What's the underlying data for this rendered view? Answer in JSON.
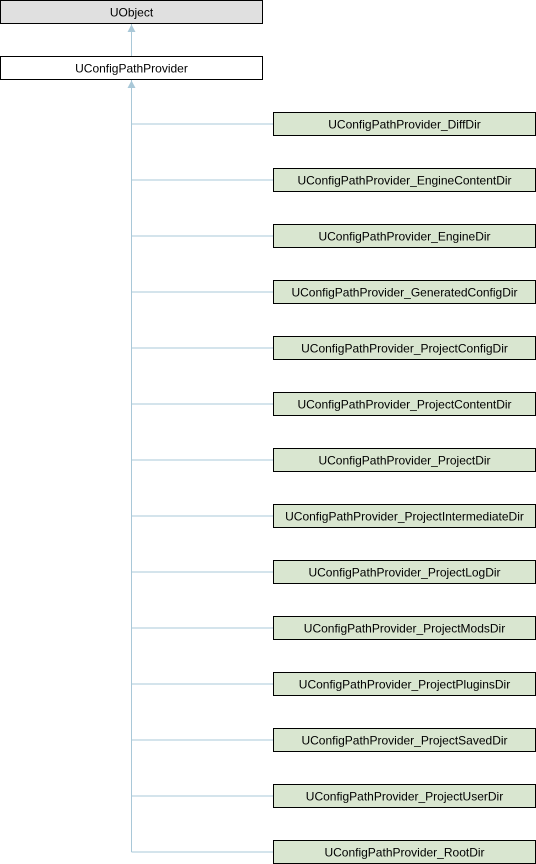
{
  "diagram": {
    "root": {
      "name": "UObject",
      "fill": "#e0e0e0"
    },
    "base": {
      "name": "UConfigPathProvider",
      "fill": "#ffffff"
    },
    "child_fill": "#d9e6d0",
    "edge_color": "#a9c8d8",
    "children": [
      "UConfigPathProvider_DiffDir",
      "UConfigPathProvider_EngineContentDir",
      "UConfigPathProvider_EngineDir",
      "UConfigPathProvider_GeneratedConfigDir",
      "UConfigPathProvider_ProjectConfigDir",
      "UConfigPathProvider_ProjectContentDir",
      "UConfigPathProvider_ProjectDir",
      "UConfigPathProvider_ProjectIntermediateDir",
      "UConfigPathProvider_ProjectLogDir",
      "UConfigPathProvider_ProjectModsDir",
      "UConfigPathProvider_ProjectPluginsDir",
      "UConfigPathProvider_ProjectSavedDir",
      "UConfigPathProvider_ProjectUserDir",
      "UConfigPathProvider_RootDir"
    ]
  }
}
